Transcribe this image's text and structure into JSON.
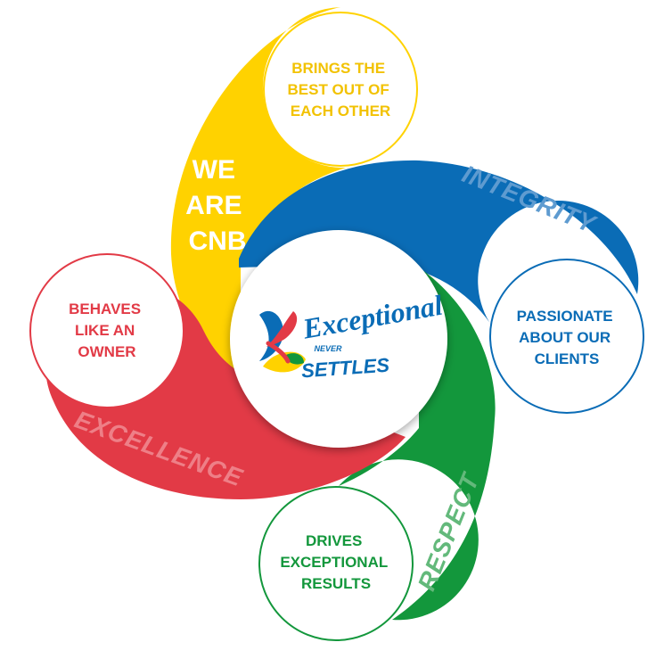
{
  "colors": {
    "yellow": "#FFD200",
    "blue": "#0A6CB6",
    "green": "#13973C",
    "red": "#E23A46",
    "white": "#FFFFFF"
  },
  "yellow_petal": {
    "circle_lines": [
      "BRINGS THE",
      "BEST OUT OF",
      "EACH OTHER"
    ],
    "headline_lines": [
      "WE",
      "ARE",
      "CNB"
    ]
  },
  "blue_petal": {
    "value_word": "INTEGRITY",
    "circle_lines": [
      "PASSIONATE",
      "ABOUT OUR",
      "CLIENTS"
    ]
  },
  "green_petal": {
    "value_word": "RESPECT",
    "circle_lines": [
      "DRIVES",
      "EXCEPTIONAL",
      "RESULTS"
    ]
  },
  "red_petal": {
    "value_word": "EXCELLENCE",
    "circle_lines": [
      "BEHAVES",
      "LIKE AN",
      "OWNER"
    ]
  },
  "center_logo": {
    "script_word": "Exceptional",
    "small_word": "NEVER",
    "block_word": "SETTLES",
    "mark_icon": "cnb-x-mark-icon"
  }
}
